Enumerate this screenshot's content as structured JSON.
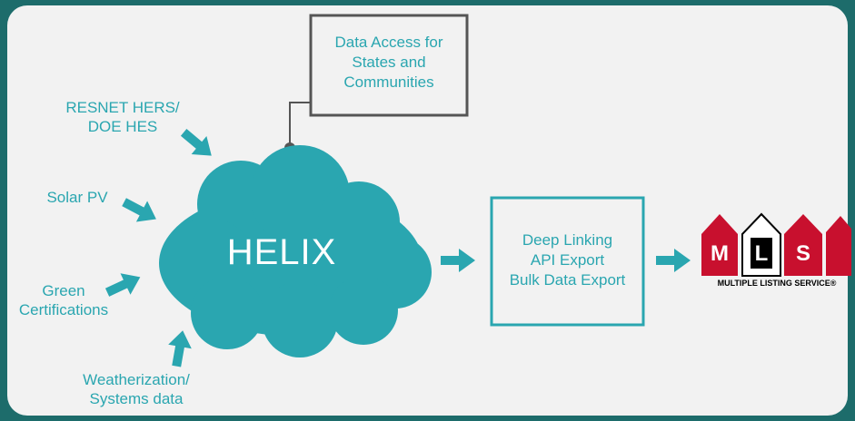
{
  "center": {
    "label": "HELIX"
  },
  "inputs": {
    "resnet": "RESNET HERS/\nDOE HES",
    "solar": "Solar PV",
    "green": "Green\nCertifications",
    "weatherization": "Weatherization/\nSystems data"
  },
  "access_box": {
    "text": "Data Access for\nStates and\nCommunities"
  },
  "export_box": {
    "text": "Deep Linking\nAPI Export\nBulk Data Export"
  },
  "mls_logo": {
    "letters": [
      "M",
      "L",
      "S"
    ],
    "caption": "MULTIPLE LISTING SERVICE®"
  },
  "colors": {
    "background": "#1d6c6b",
    "panel": "#f2f2f2",
    "accent": "#2aa6b0",
    "connector": "#555555",
    "mls_red": "#c8102e"
  }
}
